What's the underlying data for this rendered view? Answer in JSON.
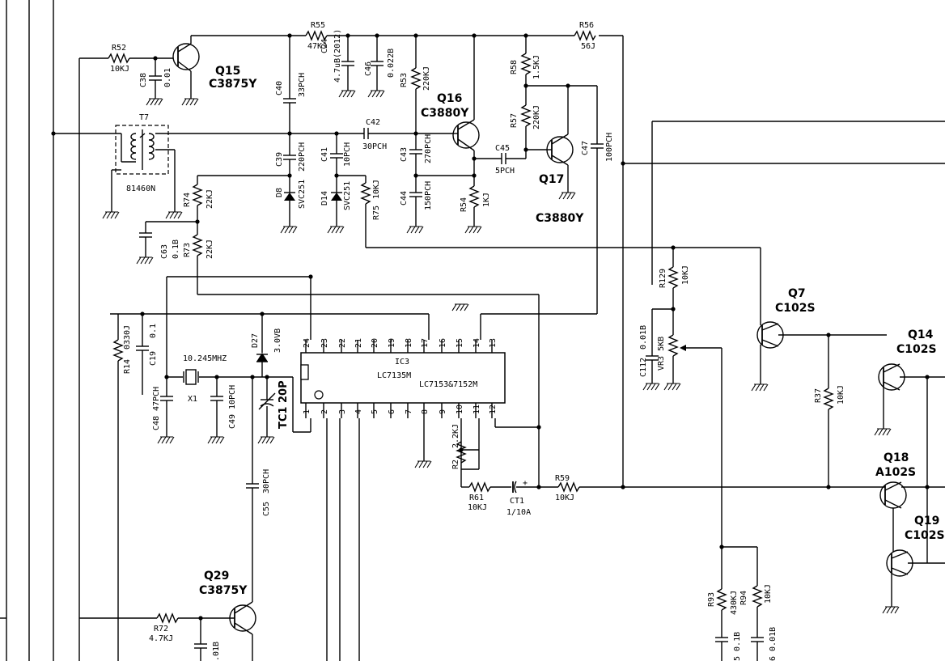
{
  "transistors": [
    {
      "ref": "Q15",
      "part": "C3875Y"
    },
    {
      "ref": "Q16",
      "part": "C3880Y"
    },
    {
      "ref": "Q17",
      "part": "C3880Y"
    },
    {
      "ref": "Q7",
      "part": "C102S"
    },
    {
      "ref": "Q14",
      "part": "C102S"
    },
    {
      "ref": "Q18",
      "part": "A102S"
    },
    {
      "ref": "Q19",
      "part": "C102S"
    },
    {
      "ref": "Q29",
      "part": "C3875Y"
    }
  ],
  "resistors": [
    {
      "ref": "R52",
      "value": "10KJ"
    },
    {
      "ref": "R55",
      "value": "47KJ"
    },
    {
      "ref": "R56",
      "value": "56J"
    },
    {
      "ref": "R58",
      "value": "1.5KJ"
    },
    {
      "ref": "R57",
      "value": "220KJ"
    },
    {
      "ref": "R53",
      "value": "220KJ"
    },
    {
      "ref": "R54",
      "value": "1KJ"
    },
    {
      "ref": "R74",
      "value": "22KJ"
    },
    {
      "ref": "R73",
      "value": "22KJ"
    },
    {
      "ref": "R75",
      "value": "10KJ"
    },
    {
      "ref": "R129",
      "value": "10KJ"
    },
    {
      "ref": "R14",
      "value": "0330J"
    },
    {
      "ref": "R37",
      "value": "10KJ"
    },
    {
      "ref": "R2",
      "value": "2.2KJ"
    },
    {
      "ref": "R61",
      "value": "10KJ"
    },
    {
      "ref": "R59",
      "value": "10KJ"
    },
    {
      "ref": "R72",
      "value": "4.7KJ"
    },
    {
      "ref": "R93",
      "value": "430KJ"
    },
    {
      "ref": "R94",
      "value": "10KJ"
    }
  ],
  "capacitors": [
    {
      "ref": "C38",
      "value": "0.01"
    },
    {
      "ref": "C40",
      "value": "33PCH"
    },
    {
      "ref": "C24",
      "value": "4.7uB(2012)"
    },
    {
      "ref": "C46",
      "value": "0.022B"
    },
    {
      "ref": "C42",
      "value": "30PCH"
    },
    {
      "ref": "C39",
      "value": "220PCH"
    },
    {
      "ref": "C41",
      "value": "10PCH"
    },
    {
      "ref": "C43",
      "value": "270PCH"
    },
    {
      "ref": "C44",
      "value": "150PCH"
    },
    {
      "ref": "C45",
      "value": "5PCH"
    },
    {
      "ref": "C47",
      "value": "100PCH"
    },
    {
      "ref": "C63",
      "value": "0.1B"
    },
    {
      "ref": "C19",
      "value": "0.1"
    },
    {
      "ref": "C48",
      "value": "47PCH"
    },
    {
      "ref": "C49",
      "value": "10PCH"
    },
    {
      "ref": "C55",
      "value": "30PCH"
    },
    {
      "ref": "C112",
      "value": "0.01B"
    }
  ],
  "diodes": [
    {
      "ref": "D8",
      "value": "SVC251"
    },
    {
      "ref": "D14",
      "value": "SVC251"
    },
    {
      "ref": "D27",
      "value": "3.0VB"
    }
  ],
  "misc": {
    "t7_ref": "T7",
    "t7_part": "81460N",
    "x1_ref": "X1",
    "x1_freq": "10.245MHZ",
    "tc1": "TC1 20P",
    "vr3": "VR3 5KB",
    "ct1_ref": "CT1",
    "ct1_value": "1/10A",
    "ic_ref": "IC3",
    "ic_part1": "LC7135M",
    "ic_part2": "LC7153&7152M",
    "bottom_c_left": "5 0.1B",
    "bottom_c_right": "6 0.01B",
    "bottom_c_q29": ".01B"
  },
  "ic_pins_top": [
    "24",
    "23",
    "22",
    "21",
    "20",
    "19",
    "18",
    "17",
    "16",
    "15",
    "14",
    "13"
  ],
  "ic_pins_bottom": [
    "1",
    "2",
    "3",
    "4",
    "5",
    "6",
    "7",
    "8",
    "9",
    "10",
    "11",
    "12"
  ],
  "polarity_plus": "+"
}
